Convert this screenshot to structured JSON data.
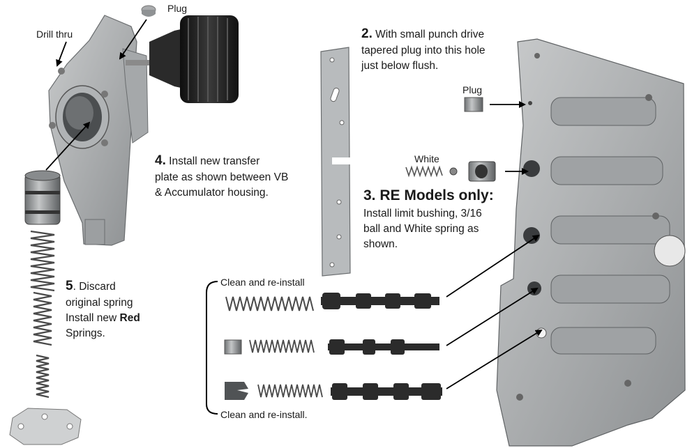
{
  "labels": {
    "drill_thru": "Drill thru",
    "plug_top": "Plug",
    "step2_num": "2.",
    "step2_line1": "With small punch drive",
    "step2_line2": "tapered plug into this hole",
    "step2_line3": "just below flush.",
    "plug_right": "Plug",
    "white": "White",
    "step4_num": "4.",
    "step4_line1": "Install new transfer",
    "step4_line2": "plate as shown between VB",
    "step4_line3": "& Accumulator housing.",
    "step3_title": "3. RE Models only:",
    "step3_line1": "Install limit bushing, 3/16",
    "step3_line2": "ball and White spring as",
    "step3_line3": "shown.",
    "step5_num": "5",
    "step5_line1_rest": ". Discard",
    "step5_line2": "original spring",
    "step5_line3_a": "Install new ",
    "step5_line3_b": "Red",
    "step5_line4": "Springs.",
    "clean_top": "Clean and re-install",
    "clean_bottom": "Clean and re-install."
  },
  "colors": {
    "metal_light": "#b9bcbd",
    "metal_mid": "#9a9d9f",
    "metal_dark": "#6e7173",
    "chuck_black": "#1c1c1c",
    "spring": "#4a4a4a",
    "valve_dark": "#2b2b2b",
    "line": "#000000"
  }
}
